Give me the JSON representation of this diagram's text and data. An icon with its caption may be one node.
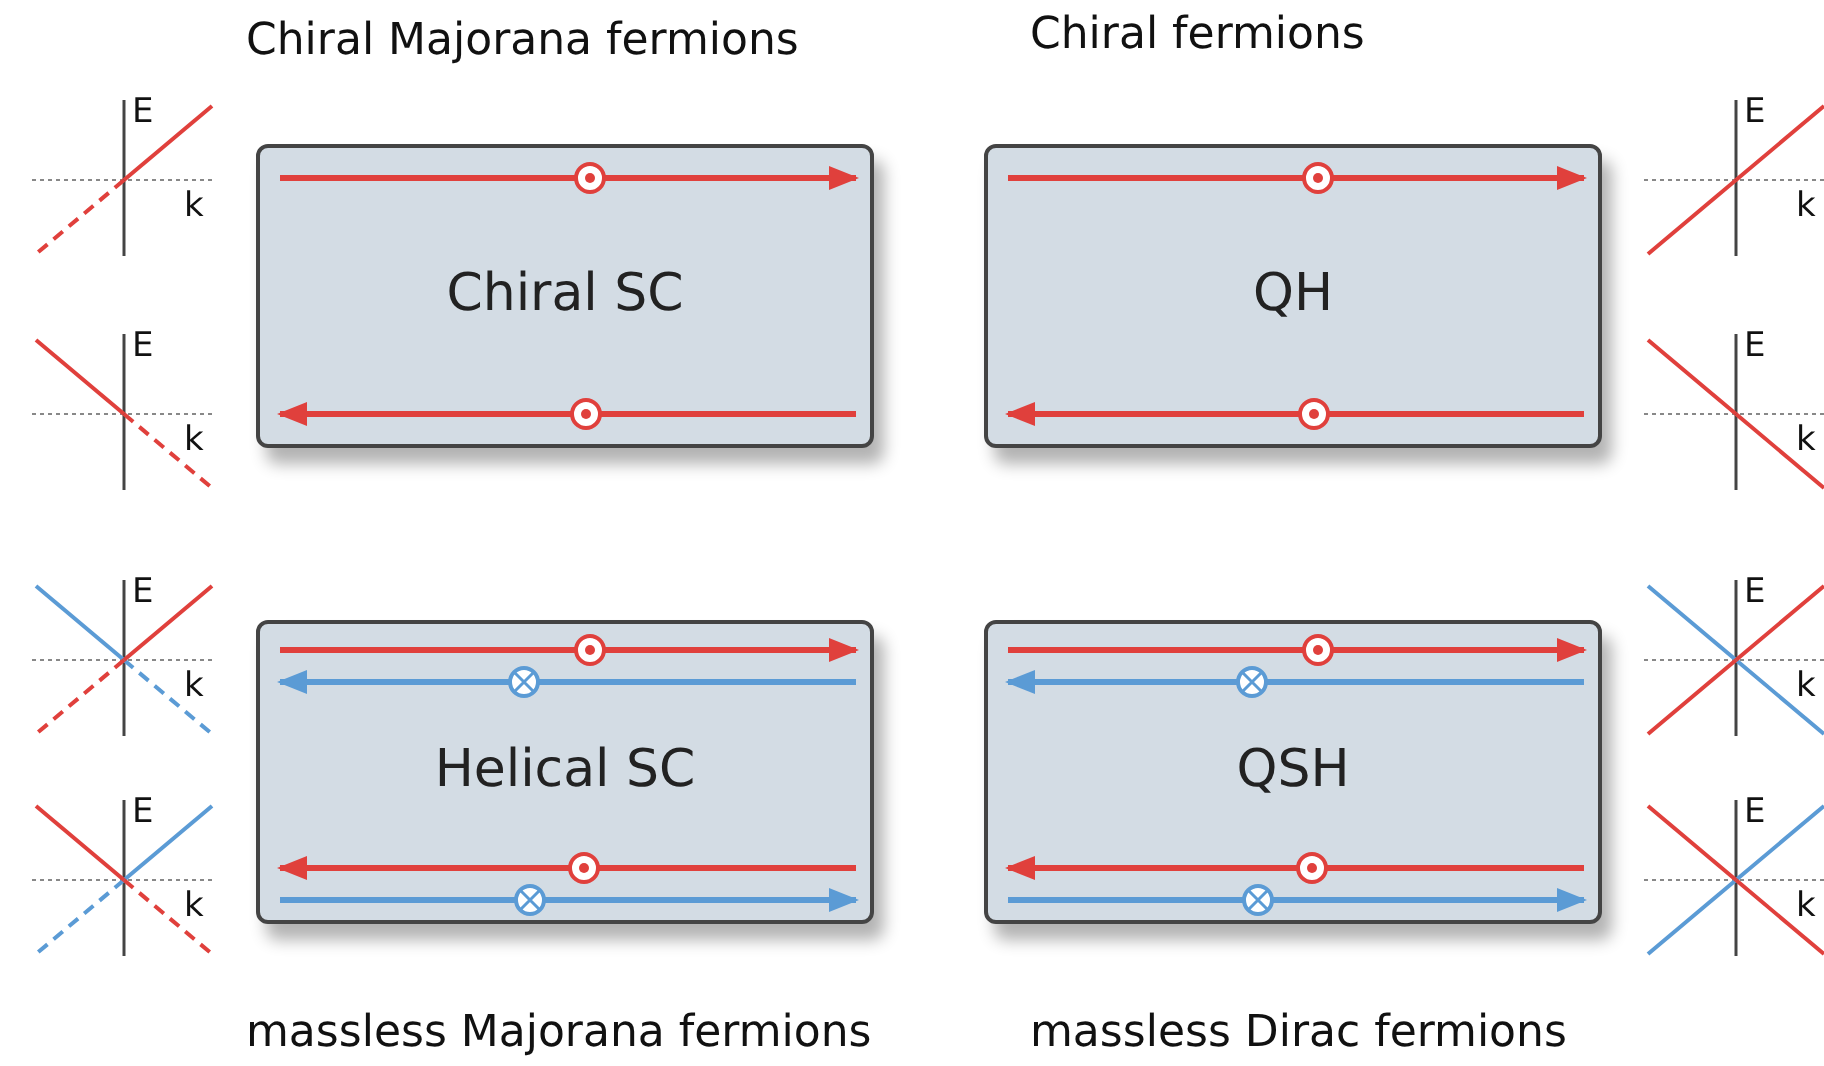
{
  "diagram": {
    "nodes": [
      {
        "text": [
          "Chiral SC"
        ]
      },
      {
        "text": [
          "QH"
        ]
      },
      {
        "text": [
          "Helical SC"
        ]
      },
      {
        "text": [
          "QSH"
        ]
      }
    ],
    "edges": [],
    "labels": [
      "Chiral Majorana fermions",
      "Chiral fermions",
      "E",
      "k",
      "E",
      "k",
      "E",
      "k",
      "E",
      "k",
      "E",
      "k",
      "E",
      "k",
      "E",
      "k",
      "E",
      "k",
      "massless Majorana fermions",
      "massless Dirac fermions"
    ]
  }
}
